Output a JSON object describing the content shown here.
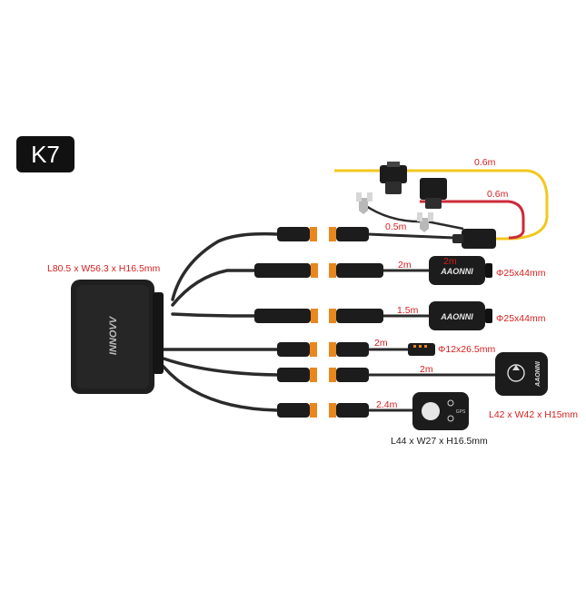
{
  "model_badge": "K7",
  "brand": "AAONNI",
  "brand_main_unit": "INNOVV",
  "colors": {
    "cable": "#2b2b2b",
    "connector_orange": "#e8871e",
    "fuse_yellow": "#f2c81e",
    "fuse_red": "#cc2a3a",
    "dimension_text": "#d41f1f"
  },
  "dimensions": {
    "main_unit": "L80.5 x W56.3 x H16.5mm",
    "camera_front": "Φ25x44mm",
    "camera_rear": "Φ25x44mm",
    "small_sensor": "Φ12x26.5mm",
    "gps_module": "L42 x W42 x H15mm",
    "remote": "L44 x W27 x H16.5mm"
  },
  "cable_lengths": {
    "yellow_wire": "0.6m",
    "red_wire": "0.6m",
    "ground_wire": "0.5m",
    "camera_front": "2m",
    "camera_front_cable": "2m",
    "camera_rear": "1.5m",
    "small_sensor": "2m",
    "gps": "2m",
    "remote": "2.4m"
  },
  "icons": {
    "gps": "gps-icon",
    "remote_button": "button-icon",
    "remote_wifi": "wifi-icon"
  },
  "remote_labels": {
    "gps": "GPS"
  }
}
